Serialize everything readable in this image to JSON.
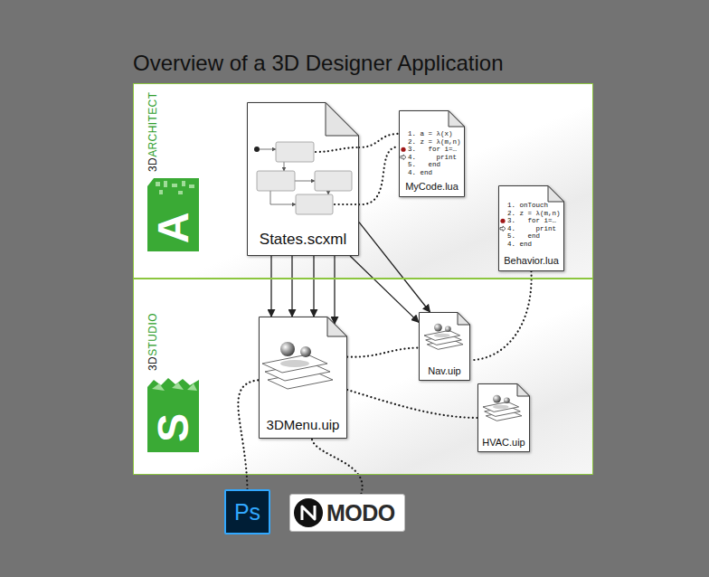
{
  "diagram": {
    "title": "Overview of a 3D Designer Application",
    "nodes": [
      {
        "text": [
          "3D",
          "ARCHITECT"
        ]
      },
      {
        "text": [
          "States.scxml"
        ],
        "in": 0
      },
      {
        "text": [
          "1. a = λ(x)",
          "2. z = λ(m,n)",
          "3.   for i=…",
          "4.     print",
          "5.   end",
          "4. end",
          "MyCode.lua"
        ],
        "in": 0
      },
      {
        "text": [
          "1. onTouch",
          "2. z = λ(m,n)",
          "3.   for i=…",
          "4.     print",
          "5.   end",
          "4. end",
          "Behavior.lua"
        ],
        "in": 0
      },
      {
        "text": [
          "3D",
          "STUDIO"
        ]
      },
      {
        "text": [
          "3DMenu.uip"
        ],
        "in": 4
      },
      {
        "text": [
          "Nav.uip"
        ],
        "in": 4
      },
      {
        "text": [
          "HVAC.uip"
        ],
        "in": 4
      },
      {
        "text": [
          "Ps"
        ]
      },
      {
        "text": [
          "MODO"
        ]
      }
    ],
    "edges": [
      {
        "from": 1,
        "to": 5,
        "arrow": "to"
      },
      {
        "from": 1,
        "to": 5,
        "arrow": "to"
      },
      {
        "from": 1,
        "to": 5,
        "arrow": "to"
      },
      {
        "from": 1,
        "to": 5,
        "arrow": "to"
      },
      {
        "from": 1,
        "to": 6,
        "arrow": "to"
      },
      {
        "from": 1,
        "to": 6,
        "arrow": "to"
      },
      {
        "from": 1,
        "to": 2,
        "arrow": "none"
      },
      {
        "from": 1,
        "to": 2,
        "arrow": "none"
      },
      {
        "from": 3,
        "to": 6,
        "arrow": "none"
      },
      {
        "from": 5,
        "to": 6,
        "arrow": "none"
      },
      {
        "from": 5,
        "to": 7,
        "arrow": "none"
      },
      {
        "from": 8,
        "to": 5,
        "arrow": "none"
      },
      {
        "from": 9,
        "to": 5,
        "arrow": "none"
      }
    ],
    "labels": [
      "A",
      "S"
    ]
  }
}
